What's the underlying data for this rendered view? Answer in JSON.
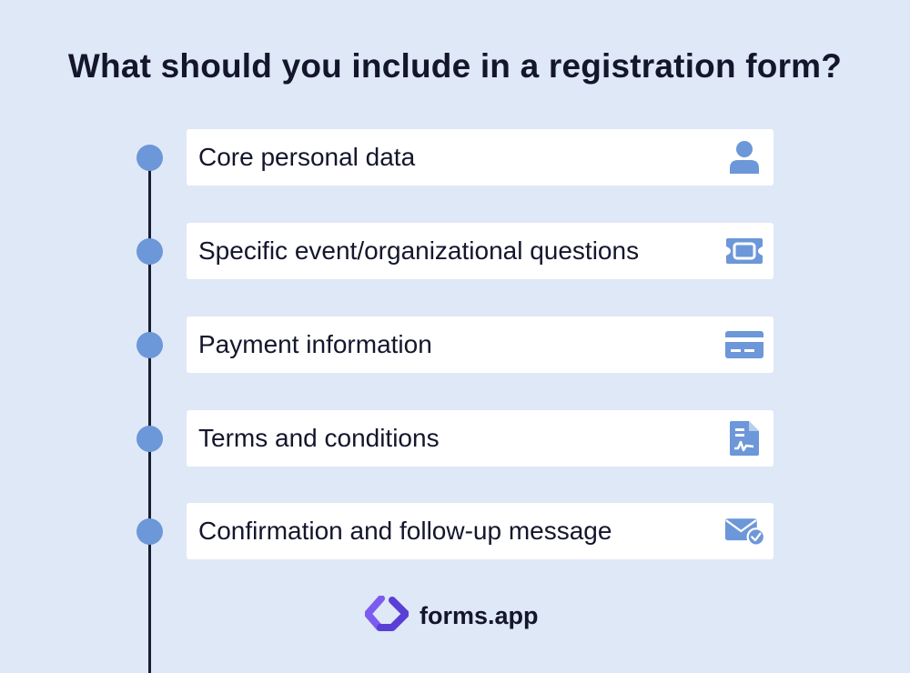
{
  "title": "What should you include in a registration form?",
  "items": [
    {
      "label": "Core personal data",
      "icon": "person-icon"
    },
    {
      "label": "Specific event/organizational questions",
      "icon": "ticket-icon"
    },
    {
      "label": "Payment information",
      "icon": "credit-card-icon"
    },
    {
      "label": "Terms and conditions",
      "icon": "signed-document-icon"
    },
    {
      "label": "Confirmation and follow-up message",
      "icon": "mail-check-icon"
    }
  ],
  "brand": {
    "name": "forms.app",
    "logo": "forms-app-logo"
  },
  "colors": {
    "background": "#dfe8f6",
    "accent": "#6c97d8",
    "text": "#14162c",
    "logo_purple": "#7c5cf0"
  }
}
